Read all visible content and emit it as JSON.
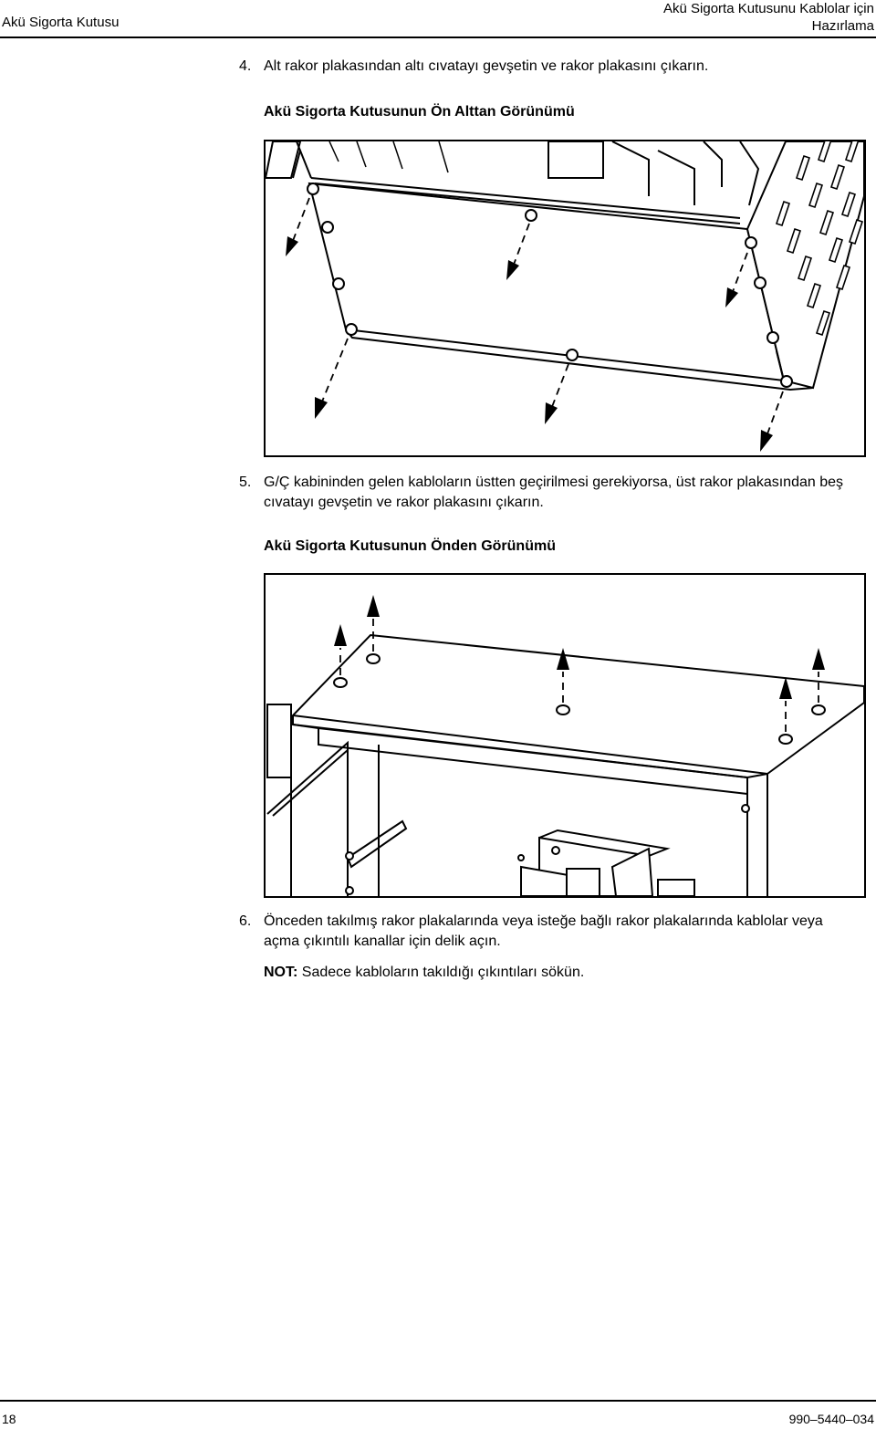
{
  "header": {
    "left": "Akü Sigorta Kutusu",
    "right_line1": "Akü Sigorta Kutusunu Kablolar için",
    "right_line2": "Hazırlama"
  },
  "steps": [
    {
      "number": "4.",
      "text": "Alt rakor plakasından altı cıvatayı gevşetin ve rakor plakasını çıkarın."
    },
    {
      "number": "5.",
      "text": "G/Ç kabininden gelen kabloların üstten geçirilmesi gerekiyorsa, üst rakor plakasından beş cıvatayı gevşetin ve rakor plakasını çıkarın."
    },
    {
      "number": "6.",
      "text": "Önceden takılmış rakor plakalarında veya isteğe bağlı rakor plakalarında kablolar veya açma çıkıntılı kanallar için delik açın."
    }
  ],
  "figures": [
    {
      "caption": "Akü Sigorta Kutusunun Ön Alttan Görünümü"
    },
    {
      "caption": "Akü Sigorta Kutusunun Önden Görünümü"
    }
  ],
  "note": {
    "label": "NOT:",
    "text": "Sadece kabloların takıldığı çıkıntıları sökün."
  },
  "footer": {
    "page": "18",
    "doc_number": "990–5440–034"
  }
}
